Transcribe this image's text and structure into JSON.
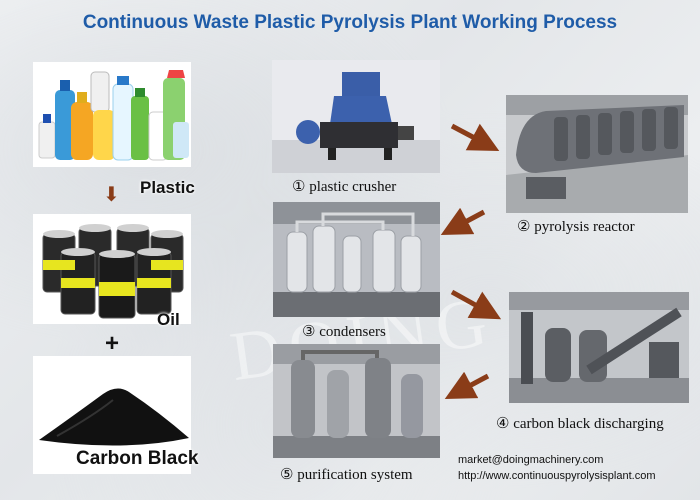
{
  "title": "Continuous Waste Plastic Pyrolysis Plant Working Process",
  "products": {
    "plastic": "Plastic",
    "oil": "Oil",
    "plus": "+",
    "carbon_black": "Carbon Black"
  },
  "steps": [
    {
      "label": "① plastic crusher"
    },
    {
      "label": "② pyrolysis reactor"
    },
    {
      "label": "③ condensers"
    },
    {
      "label": "④ carbon black discharging"
    },
    {
      "label": "⑤ purification system"
    }
  ],
  "contact": {
    "email": "market@doingmachinery.com",
    "url": "http://www.continuouspyrolysisplant.com"
  },
  "colors": {
    "title": "#1f5ca8",
    "arrow": "#8a3c18"
  },
  "icons": {
    "flow_arrow": "brown-diagonal-arrow",
    "down_arrow": "down-arrow"
  }
}
